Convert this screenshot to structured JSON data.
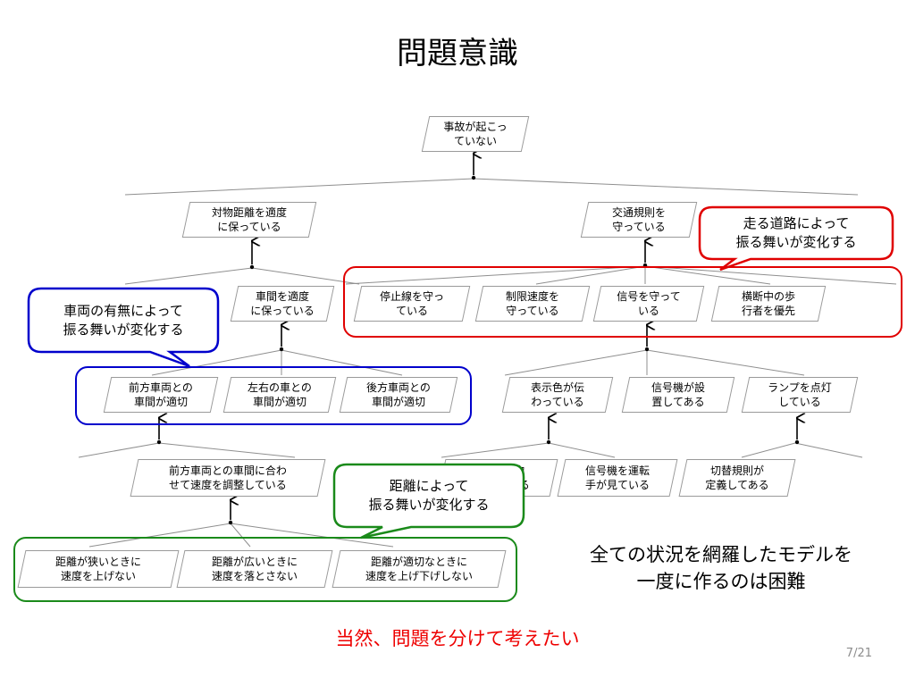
{
  "title": "問題意識",
  "nodes": {
    "root": "事故が起こっ\nていない",
    "distance": "対物距離を適度\nに保っている",
    "traffic": "交通規則を\n守っている",
    "gap": "車間を適度\nに保っている",
    "stopline": "停止線を守っ\nている",
    "speedlimit": "制限速度を\n守っている",
    "signal": "信号を守って\nいる",
    "crossing": "横断中の歩\n行者を優先",
    "front": "前方車両との\n車間が適切",
    "side": "左右の車との\n車間が適切",
    "rear": "後方車両との\n車間が適切",
    "color": "表示色が伝\nわっている",
    "installed": "信号機が設\n置してある",
    "lamp": "ランプを点灯\nしている",
    "adjust": "前方車両との車間に合わ\nせて速度を調整している",
    "hidden": "信号機が物\n理的に見える",
    "driver": "信号機を運転\n手が見ている",
    "switching": "切替規則が\n定義してある",
    "narrow": "距離が狭いときに\n速度を上げない",
    "wide": "距離が広いときに\n速度を落とさない",
    "proper": "距離が適切なときに\n速度を上げ下げしない"
  },
  "callouts": {
    "blue": "車両の有無によって\n振る舞いが変化する",
    "red": "走る道路によって\n振る舞いが変化する",
    "green": "距離によって\n振る舞いが変化する"
  },
  "colors": {
    "blue": "#0000cc",
    "red": "#e00000",
    "green": "#1a8a1a",
    "footer": "#ee0000"
  },
  "conclusion": "全ての状況を網羅したモデルを\n一度に作るのは困難",
  "footer": "当然、問題を分けて考えたい",
  "page": "7/21"
}
